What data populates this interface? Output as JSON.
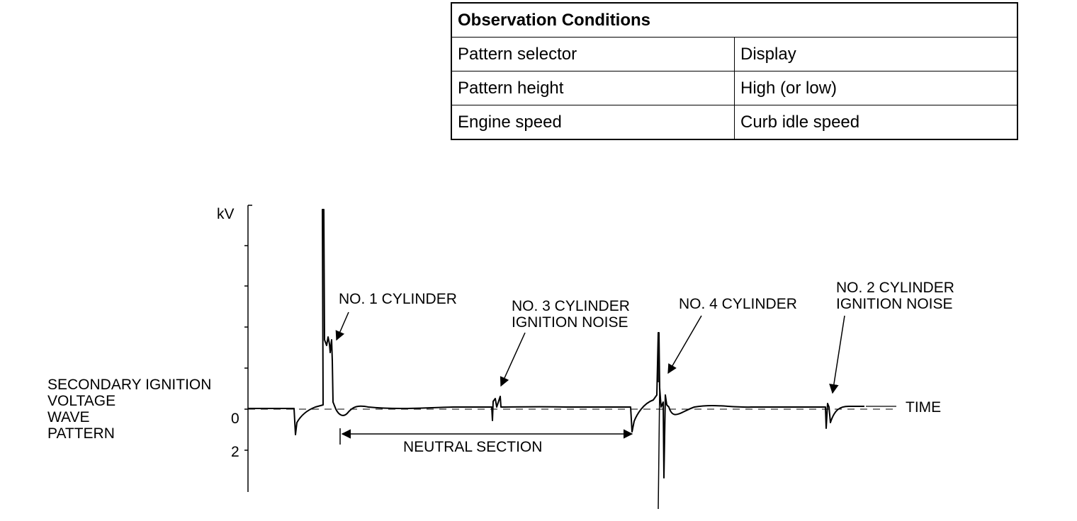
{
  "table": {
    "title": "Observation Conditions",
    "rows": [
      {
        "label": "Pattern selector",
        "value": "Display"
      },
      {
        "label": "Pattern height",
        "value": "High (or low)"
      },
      {
        "label": "Engine speed",
        "value": "Curb idle speed"
      }
    ]
  },
  "diagram": {
    "y_unit": "kV",
    "y_ticks": [
      "0",
      "2"
    ],
    "x_label": "TIME",
    "pattern_label": [
      "SECONDARY IGNITION",
      "VOLTAGE",
      "WAVE",
      "PATTERN"
    ],
    "annotations": {
      "cyl1": "NO. 1 CYLINDER",
      "cyl3_noise": [
        "NO. 3 CYLINDER",
        "IGNITION NOISE"
      ],
      "cyl4": "NO. 4 CYLINDER",
      "cyl2_noise": [
        "NO. 2 CYLINDER",
        "IGNITION NOISE"
      ],
      "neutral": "NEUTRAL SECTION"
    }
  }
}
